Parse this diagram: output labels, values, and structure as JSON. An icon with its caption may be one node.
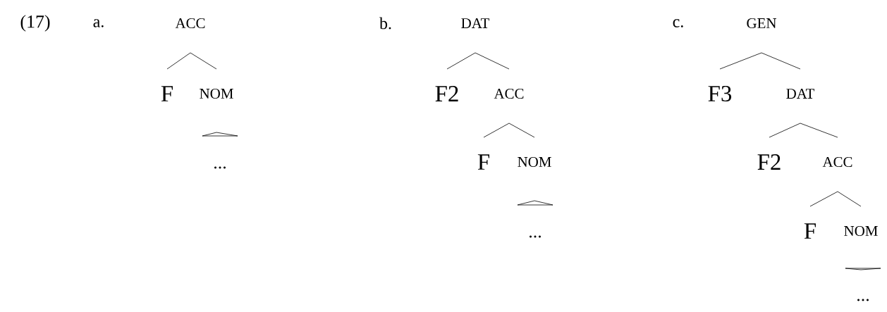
{
  "diagram": {
    "nodes": [
      {
        "text": [
          "ACC"
        ]
      },
      {
        "text": [
          "F"
        ]
      },
      {
        "text": [
          "NOM"
        ]
      },
      {
        "text": [
          "..."
        ]
      },
      {
        "text": [
          "DAT"
        ]
      },
      {
        "text": [
          "F2"
        ]
      },
      {
        "text": [
          "ACC"
        ]
      },
      {
        "text": [
          "F"
        ]
      },
      {
        "text": [
          "NOM"
        ]
      },
      {
        "text": [
          "..."
        ]
      },
      {
        "text": [
          "GEN"
        ]
      },
      {
        "text": [
          "F3"
        ]
      },
      {
        "text": [
          "DAT"
        ]
      },
      {
        "text": [
          "F2"
        ]
      },
      {
        "text": [
          "ACC"
        ]
      },
      {
        "text": [
          "F"
        ]
      },
      {
        "text": [
          "NOM"
        ]
      },
      {
        "text": [
          "..."
        ]
      }
    ],
    "edges": [
      {
        "from": 0,
        "to": 1,
        "arrow": "none"
      },
      {
        "from": 0,
        "to": 2,
        "arrow": "none"
      },
      {
        "from": 2,
        "to": 3,
        "arrow": "none"
      },
      {
        "from": 4,
        "to": 5,
        "arrow": "none"
      },
      {
        "from": 4,
        "to": 6,
        "arrow": "none"
      },
      {
        "from": 6,
        "to": 7,
        "arrow": "none"
      },
      {
        "from": 6,
        "to": 8,
        "arrow": "none"
      },
      {
        "from": 8,
        "to": 9,
        "arrow": "none"
      },
      {
        "from": 10,
        "to": 11,
        "arrow": "none"
      },
      {
        "from": 10,
        "to": 12,
        "arrow": "none"
      },
      {
        "from": 12,
        "to": 13,
        "arrow": "none"
      },
      {
        "from": 12,
        "to": 14,
        "arrow": "none"
      },
      {
        "from": 14,
        "to": 15,
        "arrow": "none"
      },
      {
        "from": 14,
        "to": 16,
        "arrow": "none"
      },
      {
        "from": 16,
        "to": 17,
        "arrow": "none"
      }
    ],
    "labels": [
      "(17)",
      "a.",
      "b.",
      "c."
    ]
  }
}
